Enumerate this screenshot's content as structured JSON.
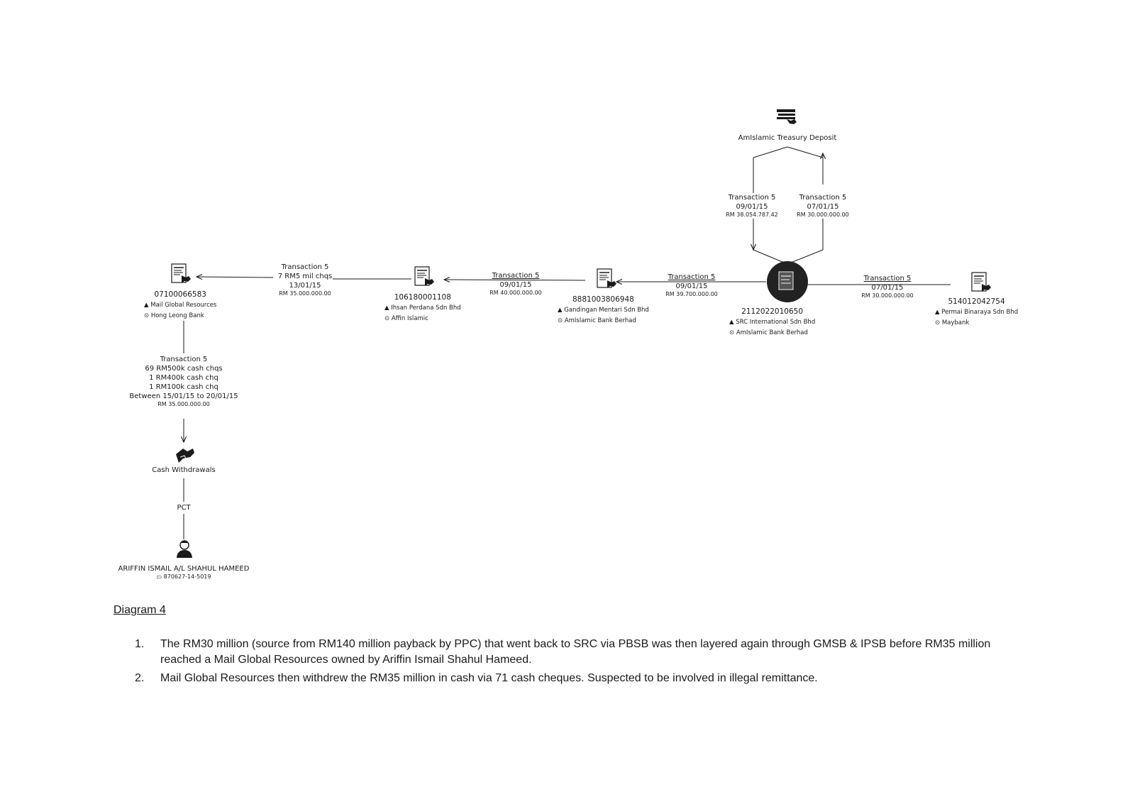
{
  "nodes": {
    "mgr": {
      "account": "07100066583",
      "owner": "Mail Global Resources",
      "bank": "Hong Leong Bank"
    },
    "ipsb": {
      "account": "106180001108",
      "owner": "Ihsan Perdana Sdn Bhd",
      "bank": "Affin Islamic"
    },
    "gmsb": {
      "account": "8881003806948",
      "owner": "Gandingan Mentari Sdn Bhd",
      "bank": "AmIslamic Bank Berhad"
    },
    "src": {
      "account": "2112022010650",
      "owner": "SRC International Sdn Bhd",
      "bank": "AmIslamic Bank Berhad"
    },
    "pbsb": {
      "account": "514012042754",
      "owner": "Permai Binaraya Sdn Bhd",
      "bank": "Maybank"
    },
    "treasury": {
      "label": "AmIslamic Treasury Deposit"
    },
    "cash": {
      "label": "Cash Withdrawals"
    },
    "person": {
      "name": "ARIFFIN ISMAIL A/L SHAHUL HAMEED",
      "id": "870627-14-5019"
    }
  },
  "edges": {
    "pbsb_src": {
      "title": "Transaction 5",
      "date": "07/01/15",
      "amount": "RM 30.000.000.00"
    },
    "src_gmsb": {
      "title": "Transaction 5",
      "date": "09/01/15",
      "amount": "RM 39.700.000.00"
    },
    "gmsb_ipsb": {
      "title": "Transaction 5",
      "date": "09/01/15",
      "amount": "RM 40.000.000.00"
    },
    "ipsb_mgr": {
      "title": "Transaction 5",
      "detail": "7 RM5 mil chqs",
      "date": "13/01/15",
      "amount": "RM 35.000.000.00"
    },
    "treasury_src": {
      "title": "Transaction 5",
      "date": "09/01/15",
      "amount": "RM 38.054.787.42"
    },
    "src_treasury": {
      "title": "Transaction 5",
      "date": "07/01/15",
      "amount": "RM 30.000.000.00"
    },
    "mgr_cash": {
      "title": "Transaction 5",
      "line1": "69 RM500k cash chqs",
      "line2": "1 RM400k cash chq",
      "line3": "1 RM100k cash chq",
      "period": "Between 15/01/15 to 20/01/15",
      "amount": "RM 35.000.000.00"
    },
    "cash_person": {
      "label": "PCT"
    }
  },
  "caption": "Diagram 4",
  "notes": [
    {
      "num": "1.",
      "text": "The RM30 million (source from RM140 million payback by PPC) that went back to SRC via PBSB was then layered again through GMSB & IPSB before RM35 million reached a Mail Global Resources owned by Ariffin Ismail Shahul Hameed."
    },
    {
      "num": "2.",
      "text": "Mail Global Resources then withdrew the RM35 million in cash via 71 cash cheques. Suspected to be involved in illegal remittance."
    }
  ],
  "icons": [
    "bank-account-icon",
    "treasury-icon",
    "cash-icon",
    "person-icon",
    "owner-triangle-icon",
    "bank-circle-icon",
    "id-card-icon"
  ],
  "colors": {
    "ink": "#1a1a1a",
    "highlight_node": "#222222"
  }
}
